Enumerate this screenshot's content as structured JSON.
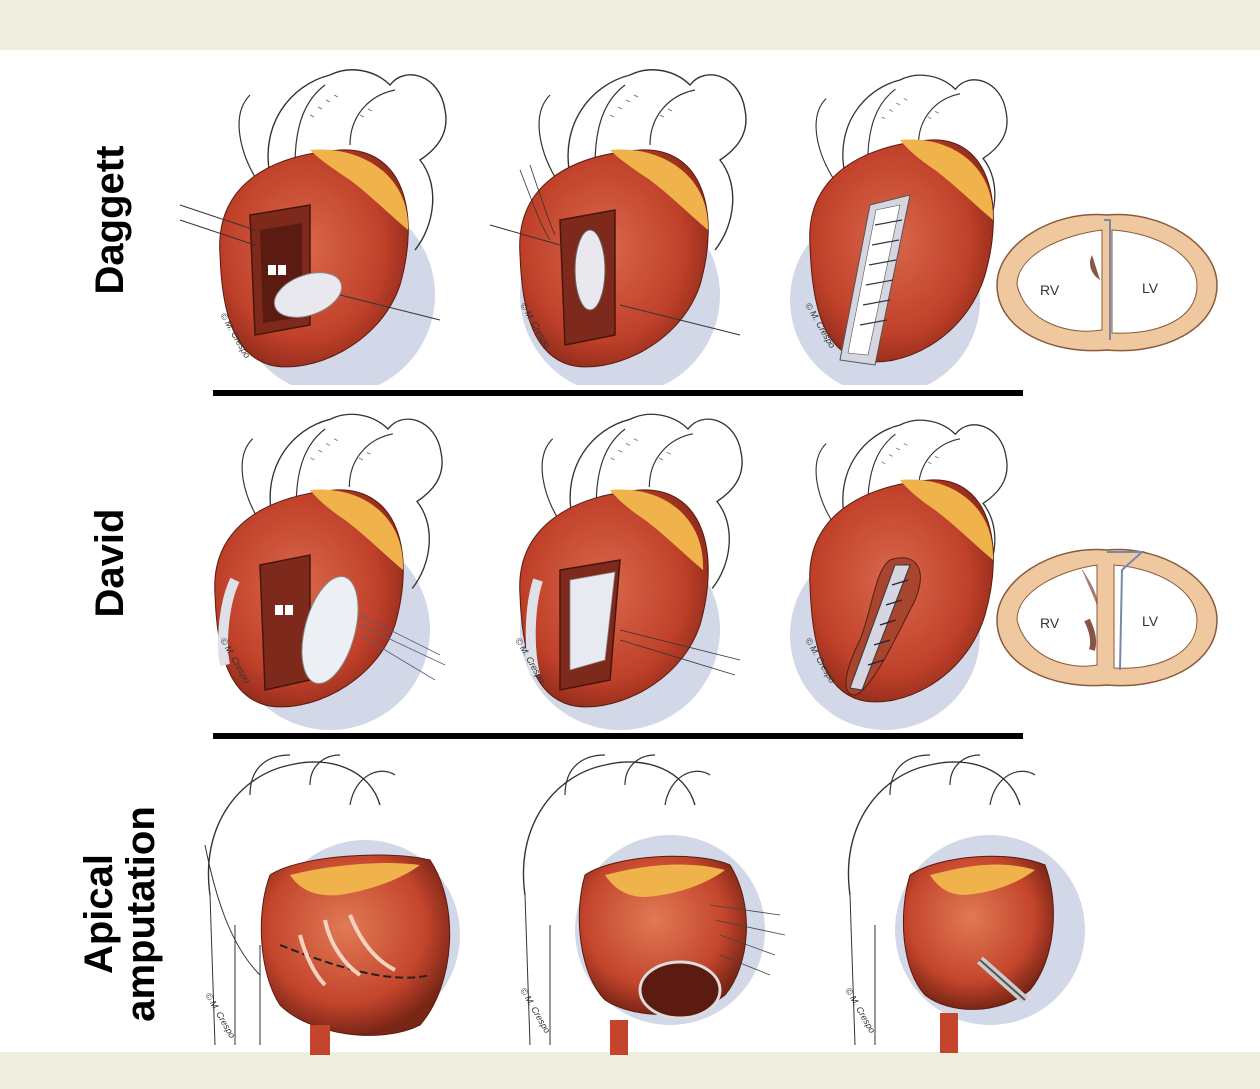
{
  "rows": [
    {
      "label": "Daggett"
    },
    {
      "label": "David"
    },
    {
      "label_line1": "Apical",
      "label_line2": "amputation"
    }
  ],
  "cross_section_labels": {
    "rv": "RV",
    "lv": "LV"
  },
  "credit": "© M. Crespo",
  "colors": {
    "band": "#eeeedf",
    "myocardium": "#c8452e",
    "fat": "#f0b24a",
    "halo": "#d3d8e8",
    "cross_section": "#f0c8a0",
    "divider": "#000000"
  }
}
